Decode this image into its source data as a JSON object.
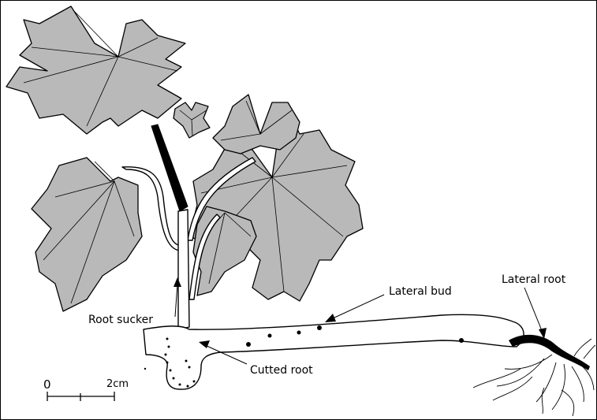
{
  "labels": {
    "lateral_root": "Lateral root",
    "lateral_bud": "Lateral bud",
    "root_sucker": "Root sucker",
    "cutted_root": "Cutted root"
  },
  "scale_bar": {
    "start_label": "0",
    "end_label": "2cm"
  },
  "colors": {
    "leaf_fill": "#b9b9b9",
    "outline": "#000000",
    "background": "#ffffff"
  }
}
